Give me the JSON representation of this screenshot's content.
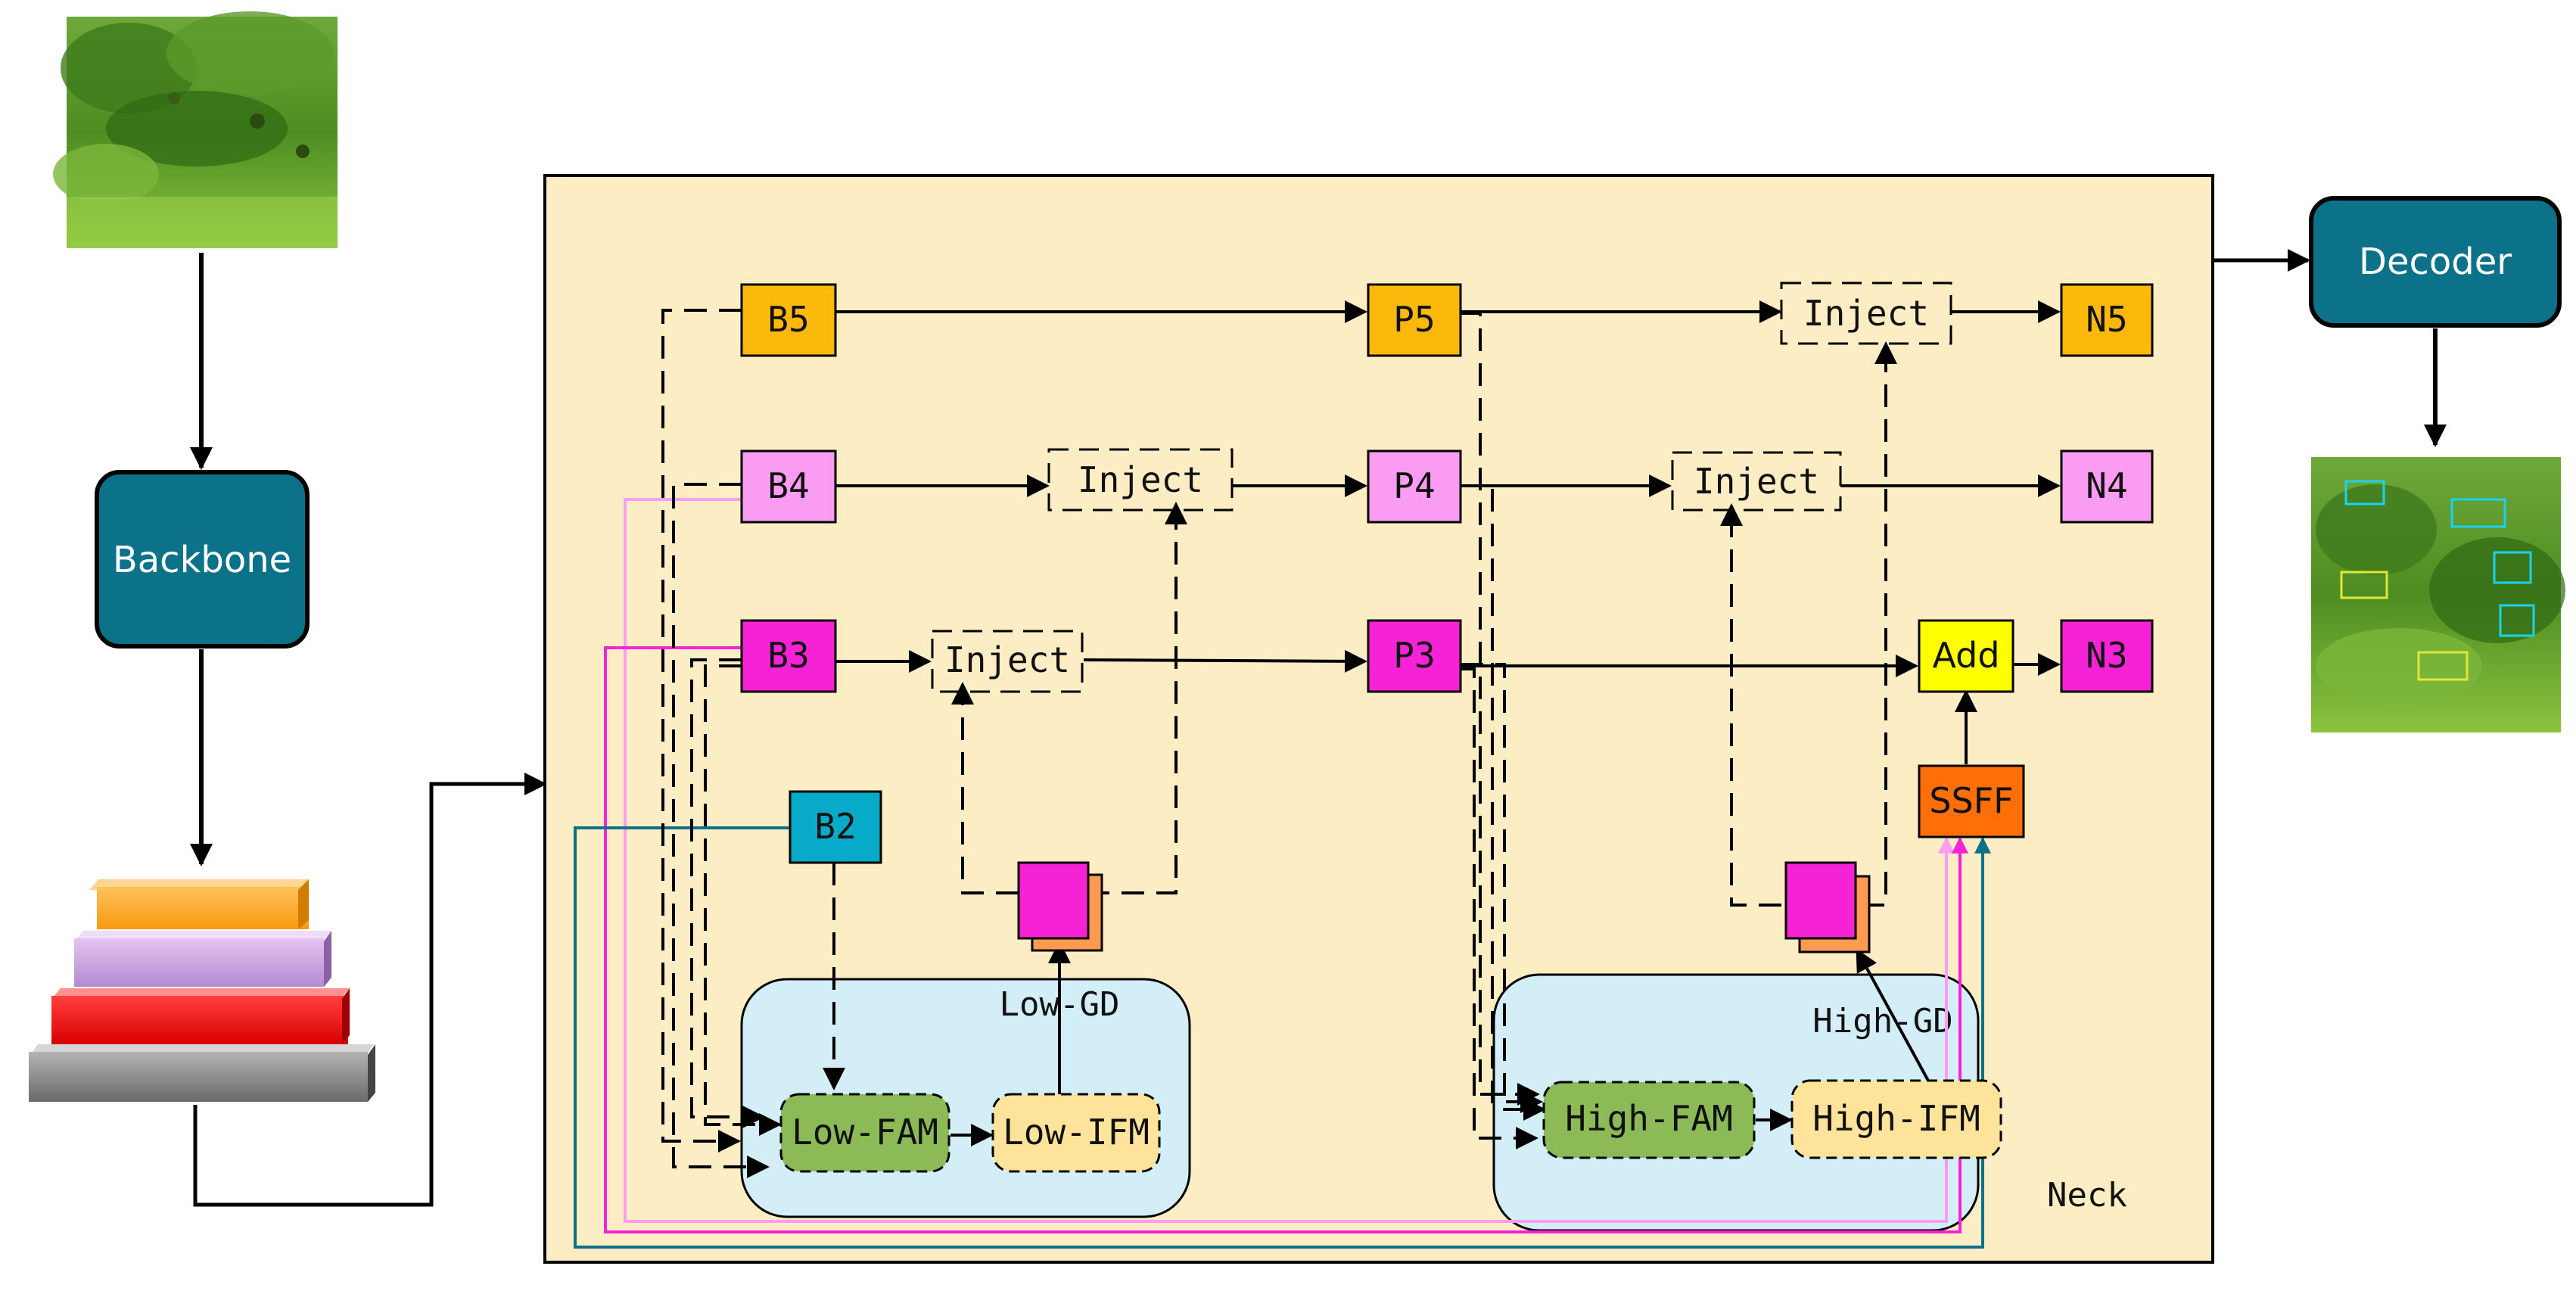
{
  "labels": {
    "backbone": "Backbone",
    "decoder": "Decoder",
    "neck": "Neck",
    "b5": "B5",
    "b4": "B4",
    "b3": "B3",
    "b2": "B2",
    "p5": "P5",
    "p4": "P4",
    "p3": "P3",
    "n5": "N5",
    "n4": "N4",
    "n3": "N3",
    "inject": "Inject",
    "add": "Add",
    "ssff": "SSFF",
    "low_gd": "Low-GD",
    "high_gd": "High-GD",
    "low_fam": "Low-FAM",
    "low_ifm": "Low-IFM",
    "high_fam": "High-FAM",
    "high_ifm": "High-IFM"
  },
  "colors": {
    "neck_bg": "#fdedc4",
    "level5": "#fcb90c",
    "level4": "#f99cf2",
    "level3": "#f522d6",
    "level2": "#08aac9",
    "teal_box": "#0c7289",
    "add": "#ffff00",
    "ssff": "#fe6f08",
    "gd_bg": "#d3eef6",
    "fam": "#8cba57",
    "ifm": "#fde49a"
  },
  "icons": {
    "input_image": "orchard-photo-icon",
    "output_image": "detection-result-photo-icon",
    "feature_pyramid": "feature-pyramid-icon"
  }
}
